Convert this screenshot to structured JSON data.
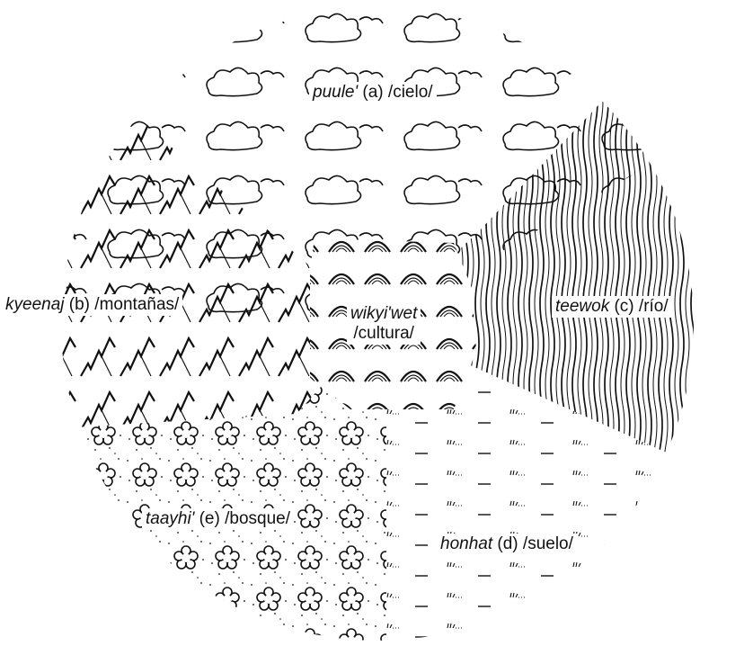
{
  "regions": [
    {
      "id": "sky",
      "term": "puule'",
      "letter": "(a)",
      "gloss": "/cielo/",
      "pattern": "clouds"
    },
    {
      "id": "mountains",
      "term": "kyeenaj",
      "letter": "(b)",
      "gloss": "/montañas/",
      "pattern": "zigzag-peaks"
    },
    {
      "id": "river",
      "term": "teewok",
      "letter": "(c)",
      "gloss": "/río/",
      "pattern": "wavy-lines"
    },
    {
      "id": "ground",
      "term": "honhat",
      "letter": "(d)",
      "gloss": "/suelo/",
      "pattern": "grass-tufts"
    },
    {
      "id": "forest",
      "term": "taayhi'",
      "letter": "(e)",
      "gloss": "/bosque/",
      "pattern": "flowers-dots"
    }
  ],
  "center": {
    "term": "wikyi'wet",
    "gloss": "/cultura/",
    "pattern": "arches"
  }
}
